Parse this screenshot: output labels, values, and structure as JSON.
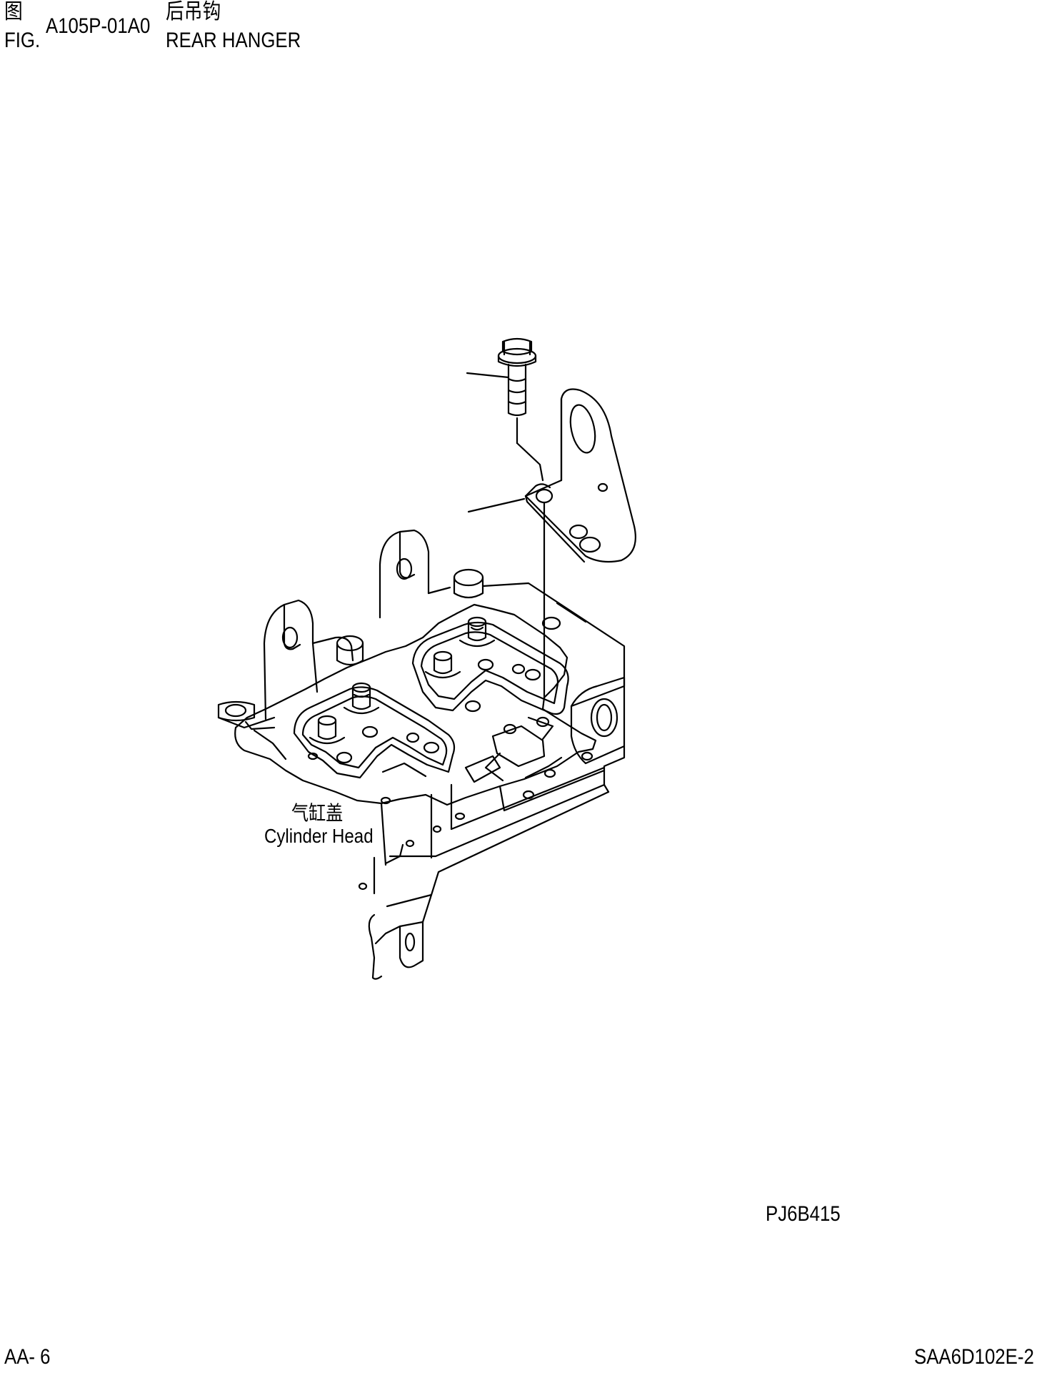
{
  "header": {
    "fig_zh": "图",
    "fig_en": "FIG.",
    "fig_number": "A105P-01A0",
    "title_zh": "后吊钩",
    "title_en": "REAR HANGER"
  },
  "labels": {
    "part_zh": "气缸盖",
    "part_en": "Cylinder Head"
  },
  "illustration_code": "PJ6B415",
  "footer": {
    "page": "AA- 6",
    "model": "SAA6D102E-2"
  }
}
